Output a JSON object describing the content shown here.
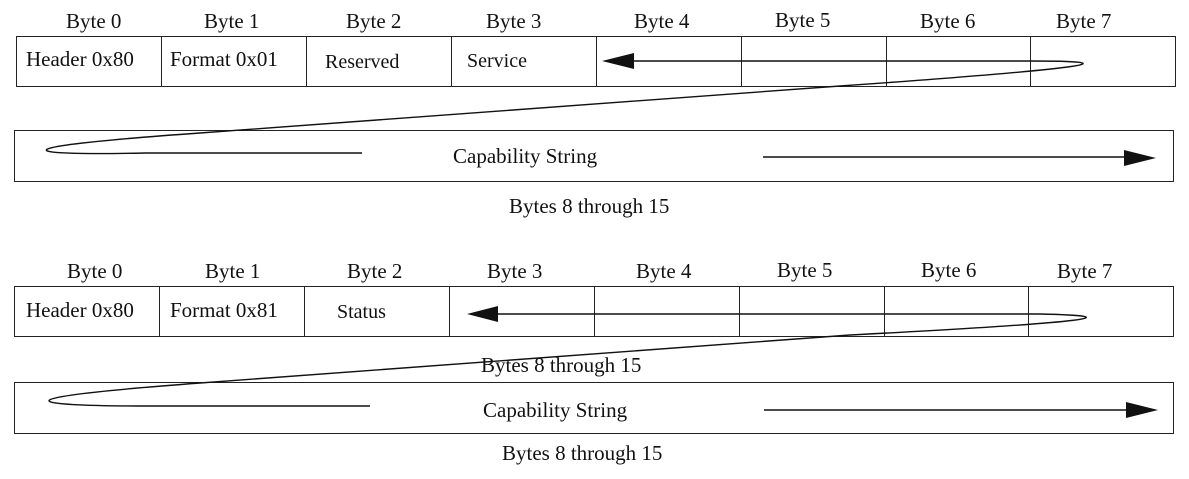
{
  "diagram1": {
    "byte_headers": [
      "Byte 0",
      "Byte 1",
      "Byte 2",
      "Byte 3",
      "Byte 4",
      "Byte 5",
      "Byte 6",
      "Byte 7"
    ],
    "cells": [
      "Header 0x80",
      "Format 0x01",
      "Reserved",
      "Service"
    ],
    "string_label": "Capability String",
    "caption": "Bytes 8 through 15"
  },
  "diagram2": {
    "byte_headers": [
      "Byte 0",
      "Byte 1",
      "Byte 2",
      "Byte 3",
      "Byte 4",
      "Byte 5",
      "Byte 6",
      "Byte 7"
    ],
    "cells": [
      "Header 0x80",
      "Format 0x81",
      "Status"
    ],
    "overlap_caption": "Bytes 8 through 15",
    "string_label": "Capability String",
    "caption": "Bytes 8 through 15"
  }
}
